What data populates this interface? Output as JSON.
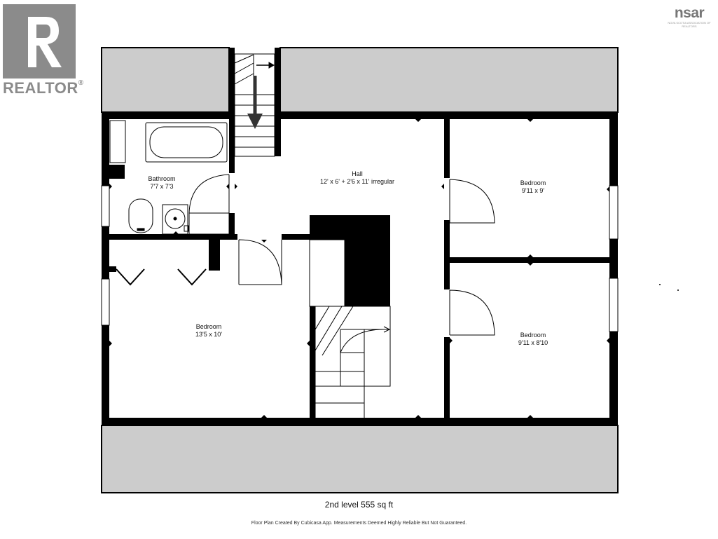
{
  "brand": {
    "realtor_word": "REALTOR",
    "realtor_mark": "®",
    "nsar_word": "nsar",
    "nsar_subtitle": "NOVA SCOTIA ASSOCIATION OF REALTORS"
  },
  "rooms": {
    "bathroom": {
      "name": "Bathroom",
      "dims": "7'7 x 7'3"
    },
    "hall": {
      "name": "Hall",
      "dims": "12' x 6' + 2'6 x 11' irregular"
    },
    "bedroom_top_right": {
      "name": "Bedroom",
      "dims": "9'11 x 9'"
    },
    "bedroom_left": {
      "name": "Bedroom",
      "dims": "13'5 x 10'"
    },
    "bedroom_bottom_right": {
      "name": "Bedroom",
      "dims": "9'11 x 8'10"
    }
  },
  "level": {
    "label": "2nd level 555 sq ft"
  },
  "footer": {
    "note": "Floor Plan Created By Cubicasa App. Measurements Deemed Highly Reliable But Not Guaranteed."
  },
  "colors": {
    "wall": "#000000",
    "exterior": "#cccccc",
    "logo_gray": "#8b8b8b"
  }
}
